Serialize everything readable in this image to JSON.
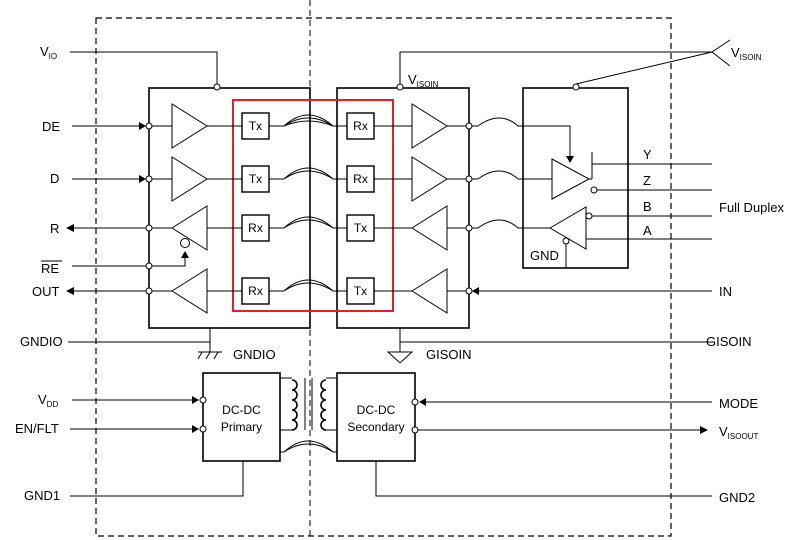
{
  "pins_left": {
    "vio_main": "V",
    "vio_sub": "IO",
    "de": "DE",
    "d": "D",
    "r": "R",
    "re": "RE",
    "out": "OUT",
    "gndio": "GNDIO",
    "vdd_main": "V",
    "vdd_sub": "DD",
    "en_flt": "EN/FLT",
    "gnd1": "GND1"
  },
  "pins_right": {
    "visoin_main": "V",
    "visoin_sub": "ISOIN",
    "full_duplex": "Full Duplex",
    "in": "IN",
    "gisoin": "GISOIN",
    "mode": "MODE",
    "visoout_main": "V",
    "visoout_sub": "ISOOUT",
    "gnd2": "GND2"
  },
  "internal": {
    "visoin_main": "V",
    "visoin_sub": "ISOIN",
    "gndio": "GNDIO",
    "gisoin": "GISOIN",
    "y": "Y",
    "z": "Z",
    "b": "B",
    "a": "A",
    "gnd": "GND"
  },
  "left_channels": [
    "Tx",
    "Tx",
    "Rx",
    "Rx"
  ],
  "right_channels": [
    "Rx",
    "Rx",
    "Tx",
    "Tx"
  ],
  "dcdc_primary": {
    "line1": "DC-DC",
    "line2": "Primary"
  },
  "dcdc_secondary": {
    "line1": "DC-DC",
    "line2": "Secondary"
  },
  "colors": {
    "highlight": "#d9242b",
    "line": "#000000"
  }
}
